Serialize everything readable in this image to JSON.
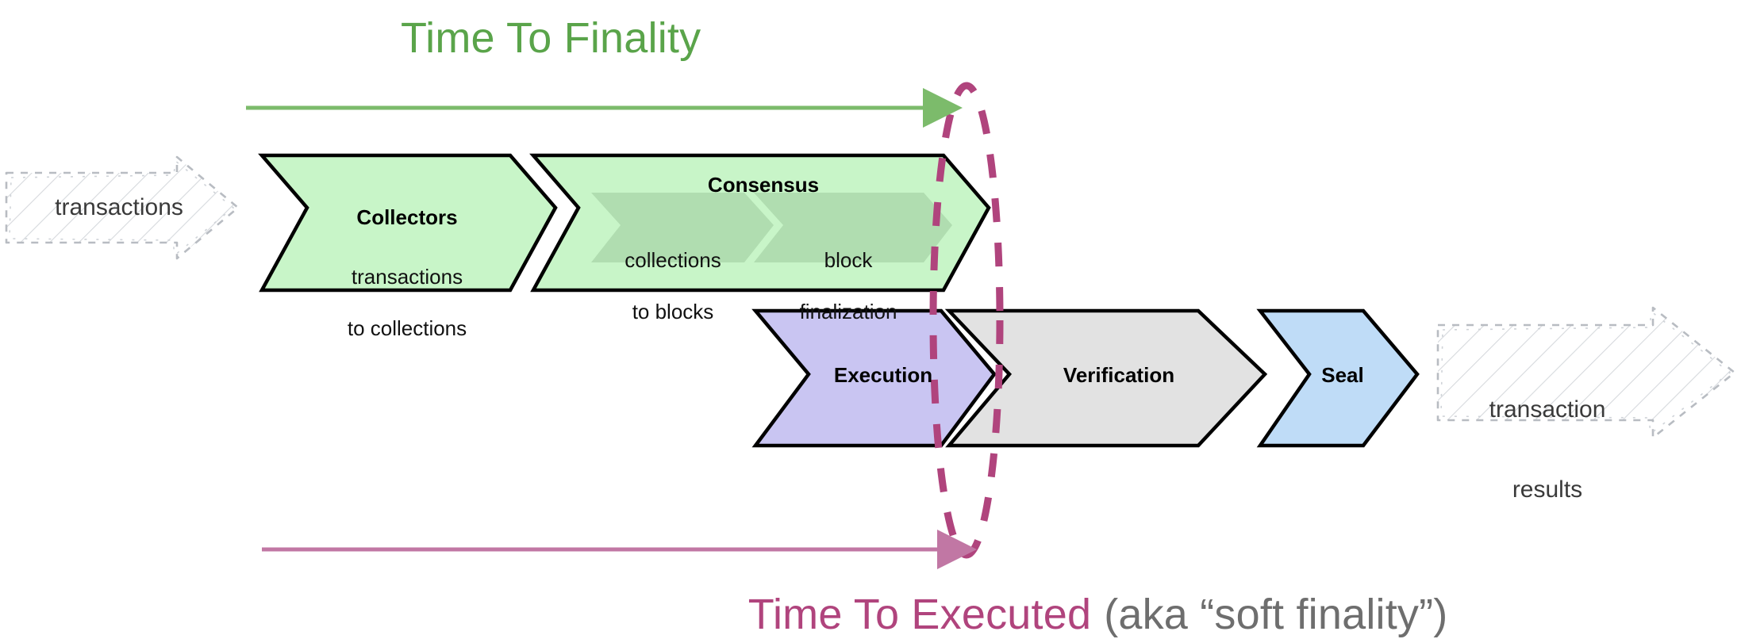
{
  "diagram": {
    "type": "flow-pipeline",
    "title_top": "Time To Finality",
    "title_bottom_primary": "Time To Executed",
    "title_bottom_secondary": "(aka “soft finality”)",
    "input_label": "transactions",
    "output_label": "transaction\nresults",
    "output_label_line1": "transaction",
    "output_label_line2": "results"
  },
  "colors": {
    "green_accent": "#5aa44a",
    "green_fill": "#c8f5c8",
    "green_inner_fill": "#b0ddb0",
    "pink_accent": "#b0447d",
    "pink_arrow": "#c177a4",
    "gray_text": "#6e6e6e",
    "purple_fill": "#c9c5f2",
    "gray_fill": "#e2e2e2",
    "blue_fill": "#bfdcf7",
    "sketch_outline": "#b8bcc2",
    "stroke": "#000000"
  },
  "stages_top": [
    {
      "id": "collectors",
      "heading": "Collectors",
      "sub_line1": "transactions",
      "sub_line2": "to collections",
      "fill": "#c8f5c8"
    },
    {
      "id": "consensus",
      "heading": "Consensus",
      "fill": "#c8f5c8",
      "inner": [
        {
          "id": "collections-to-blocks",
          "line1": "collections",
          "line2": "to blocks",
          "fill": "#b0ddb0"
        },
        {
          "id": "block-finalization",
          "line1": "block",
          "line2": "finalization",
          "fill": "#b0ddb0"
        }
      ]
    }
  ],
  "stages_bottom": [
    {
      "id": "execution",
      "heading": "Execution",
      "fill": "#c9c5f2"
    },
    {
      "id": "verification",
      "heading": "Verification",
      "fill": "#e2e2e2"
    },
    {
      "id": "seal",
      "heading": "Seal",
      "fill": "#bfdcf7"
    }
  ],
  "annotations": {
    "top_measure": {
      "label": "Time To Finality",
      "color": "#5aa44a",
      "direction": "left-to-right"
    },
    "bottom_measure": {
      "label": "Time To Executed",
      "color": "#b0447d",
      "direction": "left-to-right"
    },
    "highlight_ellipse": {
      "style": "dashed",
      "color": "#b0447d"
    }
  }
}
